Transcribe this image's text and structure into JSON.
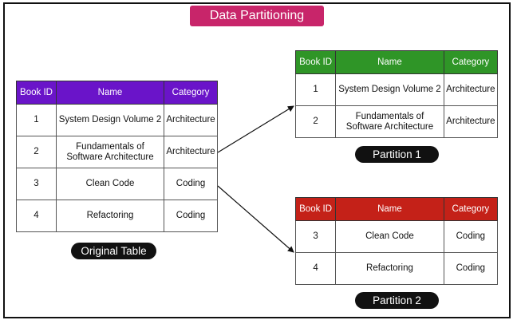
{
  "title": "Data Partitioning",
  "columns": [
    "Book ID",
    "Name",
    "Category"
  ],
  "original_table": {
    "caption": "Original Table",
    "rows": [
      {
        "id": "1",
        "name": "System Design Volume 2",
        "category": "Architecture"
      },
      {
        "id": "2",
        "name": "Fundamentals of Software Architecture",
        "category": "Architecture"
      },
      {
        "id": "3",
        "name": "Clean Code",
        "category": "Coding"
      },
      {
        "id": "4",
        "name": "Refactoring",
        "category": "Coding"
      }
    ]
  },
  "partition_1": {
    "caption": "Partition 1",
    "rows": [
      {
        "id": "1",
        "name": "System Design Volume 2",
        "category": "Architecture"
      },
      {
        "id": "2",
        "name": "Fundamentals of Software Architecture",
        "category": "Architecture"
      }
    ]
  },
  "partition_2": {
    "caption": "Partition 2",
    "rows": [
      {
        "id": "3",
        "name": "Clean Code",
        "category": "Coding"
      },
      {
        "id": "4",
        "name": "Refactoring",
        "category": "Coding"
      }
    ]
  },
  "colors": {
    "title_badge": "#c8256a",
    "original_header": "#6a14c9",
    "partition_1_header": "#2f9527",
    "partition_2_header": "#c42118"
  }
}
